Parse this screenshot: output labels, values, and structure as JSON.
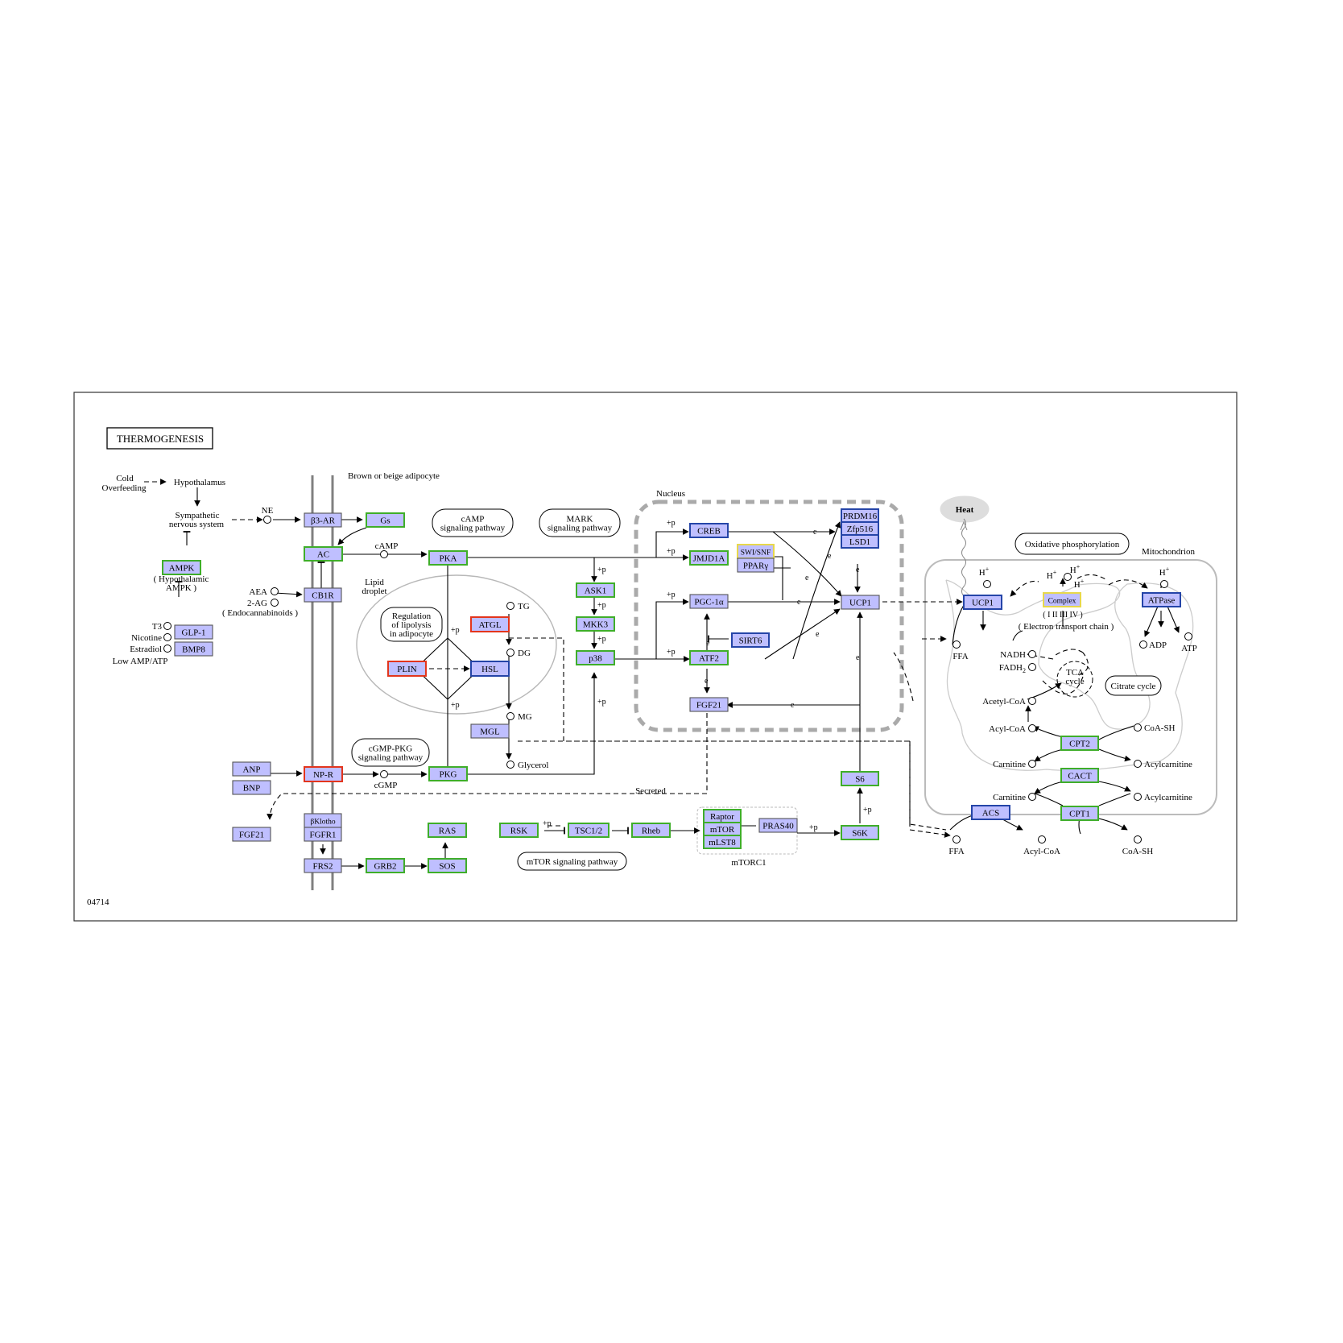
{
  "diagram": {
    "title": "THERMOGENESIS",
    "map_id": "04714",
    "colors": {
      "node_fill": "#bfbfff",
      "border_green": "#3fae2a",
      "border_blue": "#2545a8",
      "border_red": "#e3351d",
      "border_yellow": "#e8d84b",
      "border_default": "#555555",
      "heat_fill": "#dddddd"
    },
    "genes": [
      {
        "id": "b3ar",
        "label": "β3-AR",
        "border": "default"
      },
      {
        "id": "gs",
        "label": "Gs",
        "border": "green"
      },
      {
        "id": "ac",
        "label": "AC",
        "border": "green"
      },
      {
        "id": "ampk",
        "label": "AMPK",
        "border": "green"
      },
      {
        "id": "cb1r",
        "label": "CB1R",
        "border": "default"
      },
      {
        "id": "glp1",
        "label": "GLP-1",
        "border": "default"
      },
      {
        "id": "bmp8",
        "label": "BMP8",
        "border": "default"
      },
      {
        "id": "anp",
        "label": "ANP",
        "border": "default"
      },
      {
        "id": "bnp",
        "label": "BNP",
        "border": "default"
      },
      {
        "id": "npr",
        "label": "NP-R",
        "border": "red"
      },
      {
        "id": "fgf21a",
        "label": "FGF21",
        "border": "default"
      },
      {
        "id": "bklotho",
        "label": "βKlotho",
        "border": "default"
      },
      {
        "id": "fgfr1",
        "label": "FGFR1",
        "border": "default"
      },
      {
        "id": "frs2",
        "label": "FRS2",
        "border": "default"
      },
      {
        "id": "grb2",
        "label": "GRB2",
        "border": "green"
      },
      {
        "id": "sos",
        "label": "SOS",
        "border": "green"
      },
      {
        "id": "ras",
        "label": "RAS",
        "border": "green"
      },
      {
        "id": "rsk",
        "label": "RSK",
        "border": "green"
      },
      {
        "id": "tsc",
        "label": "TSC1/2",
        "border": "green"
      },
      {
        "id": "rheb",
        "label": "Rheb",
        "border": "green"
      },
      {
        "id": "raptor",
        "label": "Raptor",
        "border": "green"
      },
      {
        "id": "mtor",
        "label": "mTOR",
        "border": "green"
      },
      {
        "id": "mlst8",
        "label": "mLST8",
        "border": "green"
      },
      {
        "id": "pras40",
        "label": "PRAS40",
        "border": "default"
      },
      {
        "id": "s6k",
        "label": "S6K",
        "border": "green"
      },
      {
        "id": "s6",
        "label": "S6",
        "border": "green"
      },
      {
        "id": "pka",
        "label": "PKA",
        "border": "green"
      },
      {
        "id": "pkg",
        "label": "PKG",
        "border": "green"
      },
      {
        "id": "atgl",
        "label": "ATGL",
        "border": "red"
      },
      {
        "id": "plin",
        "label": "PLIN",
        "border": "red"
      },
      {
        "id": "hsl",
        "label": "HSL",
        "border": "blue"
      },
      {
        "id": "mgl",
        "label": "MGL",
        "border": "default"
      },
      {
        "id": "ask1",
        "label": "ASK1",
        "border": "green"
      },
      {
        "id": "mkk3",
        "label": "MKK3",
        "border": "green"
      },
      {
        "id": "p38",
        "label": "p38",
        "border": "green"
      },
      {
        "id": "creb",
        "label": "CREB",
        "border": "blue"
      },
      {
        "id": "jmjd1a",
        "label": "JMJD1A",
        "border": "green"
      },
      {
        "id": "swisnf",
        "label": "SWI/SNF",
        "border": "yellow"
      },
      {
        "id": "ppary",
        "label": "PPARγ",
        "border": "default"
      },
      {
        "id": "pgc1a",
        "label": "PGC-1α",
        "border": "default"
      },
      {
        "id": "atf2",
        "label": "ATF2",
        "border": "green"
      },
      {
        "id": "sirt6",
        "label": "SIRT6",
        "border": "blue"
      },
      {
        "id": "fgf21b",
        "label": "FGF21",
        "border": "default"
      },
      {
        "id": "prdm16",
        "label": "PRDM16",
        "border": "blue"
      },
      {
        "id": "zfp516",
        "label": "Zfp516",
        "border": "blue"
      },
      {
        "id": "lsd1",
        "label": "LSD1",
        "border": "blue"
      },
      {
        "id": "ucp1a",
        "label": "UCP1",
        "border": "default"
      },
      {
        "id": "ucp1b",
        "label": "UCP1",
        "border": "blue"
      },
      {
        "id": "complex",
        "label": "Complex",
        "border": "yellow"
      },
      {
        "id": "atpase",
        "label": "ATPase",
        "border": "blue"
      },
      {
        "id": "cpt2",
        "label": "CPT2",
        "border": "green"
      },
      {
        "id": "cact",
        "label": "CACT",
        "border": "green"
      },
      {
        "id": "cpt1",
        "label": "CPT1",
        "border": "green"
      },
      {
        "id": "acs",
        "label": "ACS",
        "border": "blue"
      }
    ],
    "pathways": [
      {
        "id": "camp",
        "lines": [
          "cAMP",
          "signaling pathway"
        ]
      },
      {
        "id": "mark",
        "lines": [
          "MARK",
          "signaling pathway"
        ]
      },
      {
        "id": "lipo",
        "lines": [
          "Regulation",
          "of lipolysis",
          "in adipocyte"
        ]
      },
      {
        "id": "cgmp",
        "lines": [
          "cGMP-PKG",
          "signaling pathway"
        ]
      },
      {
        "id": "mtorpw",
        "lines": [
          "mTOR signaling pathway"
        ]
      },
      {
        "id": "oxphos",
        "lines": [
          "Oxidative phosphorylation"
        ]
      },
      {
        "id": "citrate",
        "lines": [
          "Citrate cycle"
        ]
      }
    ],
    "compounds": {
      "ne": "NE",
      "camp": "cAMP",
      "cgmp": "cGMP",
      "aea": "AEA",
      "ag2": "2-AG",
      "t3": "T3",
      "nicotine": "Nicotine",
      "estradiol": "Estradiol",
      "tg": "TG",
      "dg": "DG",
      "mg": "MG",
      "glycerol": "Glycerol",
      "ffa_in": "FFA",
      "ffa_out": "FFA",
      "acylcoa_out": "Acyl-CoA",
      "coash_out": "CoA-SH",
      "nadh": "NADH",
      "fadh": "FADH",
      "fadh_sub": "2",
      "acetylcoa": "Acetyl-CoA",
      "acylcoa": "Acyl-CoA",
      "coash": "CoA-SH",
      "carnitine1": "Carnitine",
      "acylcarnitine1": "Acylcarnitine",
      "carnitine2": "Carnitine",
      "acylcarnitine2": "Acylcarnitine",
      "adp": "ADP",
      "atp": "ATP",
      "hplus1": "H",
      "hplus2": "H",
      "hplus3": "H",
      "hplus4": "H",
      "hplus5": "H",
      "sup": "+"
    },
    "labels": {
      "cold": "Cold",
      "overfeeding": "Overfeeding",
      "hypothalamus": "Hypothalamus",
      "sympathetic1": "Sympathetic",
      "sympathetic2": "nervous system",
      "ampk_note1": "( Hypothalamic",
      "ampk_note2": "AMPK )",
      "endocannabinoids": "( Endocannabinoids )",
      "low_amp": "Low AMP/ATP",
      "brown": "Brown or beige adipocyte",
      "lipid1": "Lipid",
      "lipid2": "droplet",
      "nucleus": "Nucleus",
      "mitochondrion": "Mitochondrion",
      "heat": "Heat",
      "secreted": "Secreted",
      "mtorc1": "mTORC1",
      "tca1": "TCA",
      "tca2": "cycle",
      "etc_numbers": "( I II III IV )",
      "etc_name": "( Electron transport  chain )",
      "plus_p": "+p",
      "e": "e"
    }
  }
}
